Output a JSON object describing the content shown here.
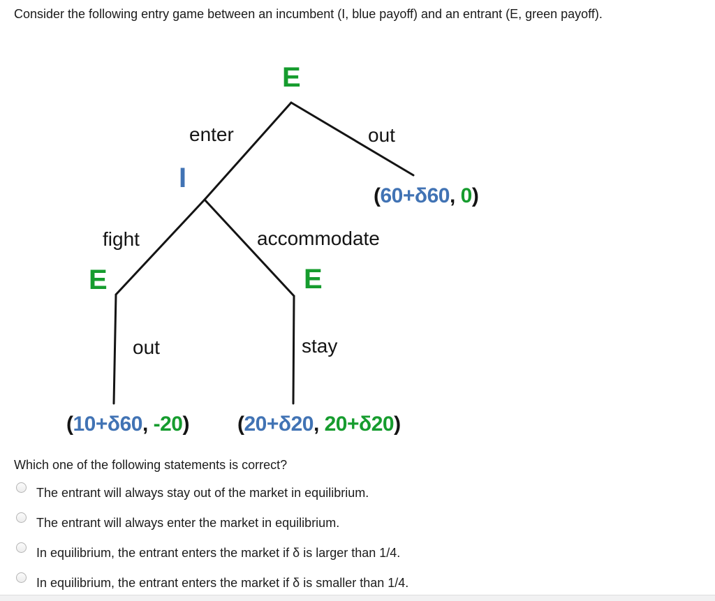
{
  "title": "Consider the following entry game between an incumbent (I, blue payoff) and an entrant (E, green payoff).",
  "colors": {
    "incumbent_blue": "#4173b4",
    "entrant_green": "#169c2e",
    "tree_line": "#141414"
  },
  "tree": {
    "nodes": [
      {
        "id": "root",
        "label": "E",
        "player": "entrant"
      },
      {
        "id": "incumbent-decision",
        "label": "I",
        "player": "incumbent"
      },
      {
        "id": "after-fight",
        "label": "E",
        "player": "entrant"
      },
      {
        "id": "after-accommodate",
        "label": "E",
        "player": "entrant"
      }
    ],
    "edges": [
      {
        "id": "enter",
        "label": "enter"
      },
      {
        "id": "out-top",
        "label": "out"
      },
      {
        "id": "fight",
        "label": "fight"
      },
      {
        "id": "accommodate",
        "label": "accommodate"
      },
      {
        "id": "out-bottom",
        "label": "out"
      },
      {
        "id": "stay",
        "label": "stay"
      }
    ],
    "payoffs": [
      {
        "id": "out-payoff",
        "open": "(",
        "incumbent": "60+δ60",
        "sep": ", ",
        "entrant": "0",
        "close": ")"
      },
      {
        "id": "fight-out-payoff",
        "open": "(",
        "incumbent": "10+δ60",
        "sep": ", ",
        "entrant": "-20",
        "close": ")"
      },
      {
        "id": "accommodate-stay-payoff",
        "open": "(",
        "incumbent": "20+δ20",
        "sep": ", ",
        "entrant": "20+δ20",
        "close": ")"
      }
    ]
  },
  "question": "Which one of the following statements is correct?",
  "options": [
    {
      "label": "The entrant will always stay out of the market in equilibrium.",
      "selected": false
    },
    {
      "label": "The entrant will always enter the market in equilibrium.",
      "selected": false
    },
    {
      "label": "In equilibrium, the entrant enters the market if δ is larger than 1/4.",
      "selected": false
    },
    {
      "label": "In equilibrium, the entrant enters the market if δ is smaller than 1/4.",
      "selected": false
    }
  ]
}
